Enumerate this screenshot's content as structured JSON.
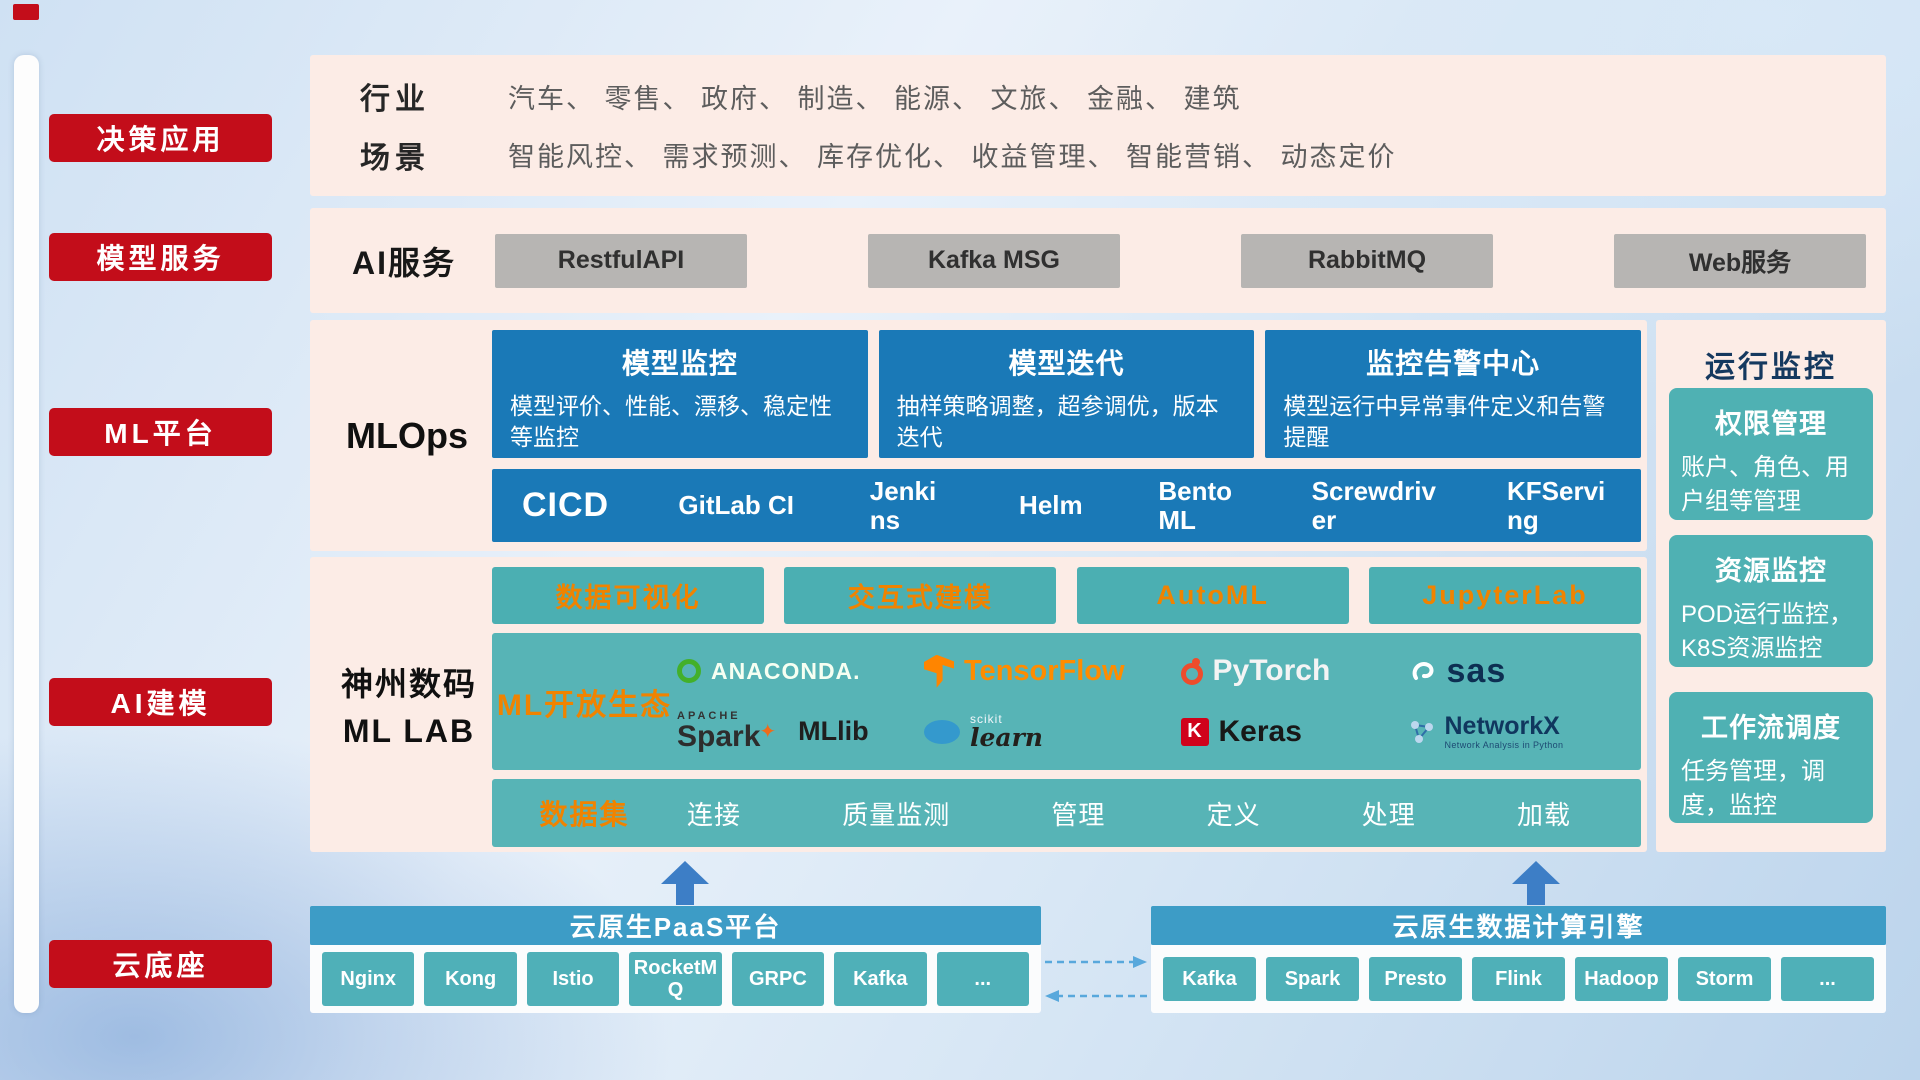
{
  "colors": {
    "accent_red": "#c30d1a",
    "panel_pink": "#fcece6",
    "card_blue": "#1a79b7",
    "teal": "#57b4b6",
    "teal_button": "#4bafb2",
    "orange_accent": "#f08300",
    "gray_button": "#b7b5b3",
    "foundation_bar_blue": "#3d9cc6",
    "arrow_blue": "#3d7ec6",
    "title_navy": "#15395f"
  },
  "sidebar": {
    "items": [
      {
        "label": "决策应用"
      },
      {
        "label": "模型服务"
      },
      {
        "label": "ML平台"
      },
      {
        "label": "AI建模"
      },
      {
        "label": "云底座"
      }
    ]
  },
  "overview": {
    "industry_label": "行业",
    "industry_value": "汽车、 零售、 政府、 制造、 能源、 文旅、 金融、 建筑",
    "scene_label": "场景",
    "scene_value": "智能风控、 需求预测、 库存优化、 收益管理、 智能营销、 动态定价"
  },
  "ai_service": {
    "label": "AI服务",
    "items": [
      "RestfulAPI",
      "Kafka MSG",
      "RabbitMQ",
      "Web服务"
    ]
  },
  "mlops": {
    "label": "MLOps",
    "cards": [
      {
        "title": "模型监控",
        "desc": "模型评价、性能、漂移、稳定性等监控"
      },
      {
        "title": "模型迭代",
        "desc": "抽样策略调整，超参调优，版本迭代"
      },
      {
        "title": "监控告警中心",
        "desc": "模型运行中异常事件定义和告警提醒"
      }
    ],
    "cicd_label": "CICD",
    "cicd_items": [
      "GitLab CI",
      "Jenkins",
      "Helm",
      "BentoML",
      "Screwdriver",
      "KFServing"
    ]
  },
  "mllab": {
    "org_line1": "神州数码",
    "org_line2": "ML LAB",
    "tools": [
      "数据可视化",
      "交互式建模",
      "AutoML",
      "JupyterLab"
    ],
    "eco_label": "ML开放生态",
    "logos": {
      "anaconda": "ANACONDA.",
      "tensorflow": "TensorFlow",
      "pytorch": "PyTorch",
      "sas": "sas",
      "spark_small": "APACHE",
      "spark": "Spark",
      "mllib": "MLlib",
      "scikit_small": "scikit",
      "scikit": "learn",
      "keras_badge": "K",
      "keras": "Keras",
      "networkx": "NetworkX",
      "networkx_sub": "Network Analysis in Python"
    },
    "dataset_label": "数据集",
    "dataset_items": [
      "连接",
      "质量监测",
      "管理",
      "定义",
      "处理",
      "加载"
    ]
  },
  "monitoring": {
    "title": "运行监控",
    "cards": [
      {
        "title": "权限管理",
        "desc": "账户、角色、用户组等管理"
      },
      {
        "title": "资源监控",
        "desc": "POD运行监控，K8S资源监控"
      },
      {
        "title": "工作流调度",
        "desc": "任务管理，调度，监控"
      }
    ]
  },
  "foundation": {
    "paas": {
      "title": "云原生PaaS平台",
      "items": [
        "Nginx",
        "Kong",
        "Istio",
        "RocketMQ",
        "GRPC",
        "Kafka",
        "..."
      ]
    },
    "engine": {
      "title": "云原生数据计算引擎",
      "items": [
        "Kafka",
        "Spark",
        "Presto",
        "Flink",
        "Hadoop",
        "Storm",
        "..."
      ]
    }
  }
}
